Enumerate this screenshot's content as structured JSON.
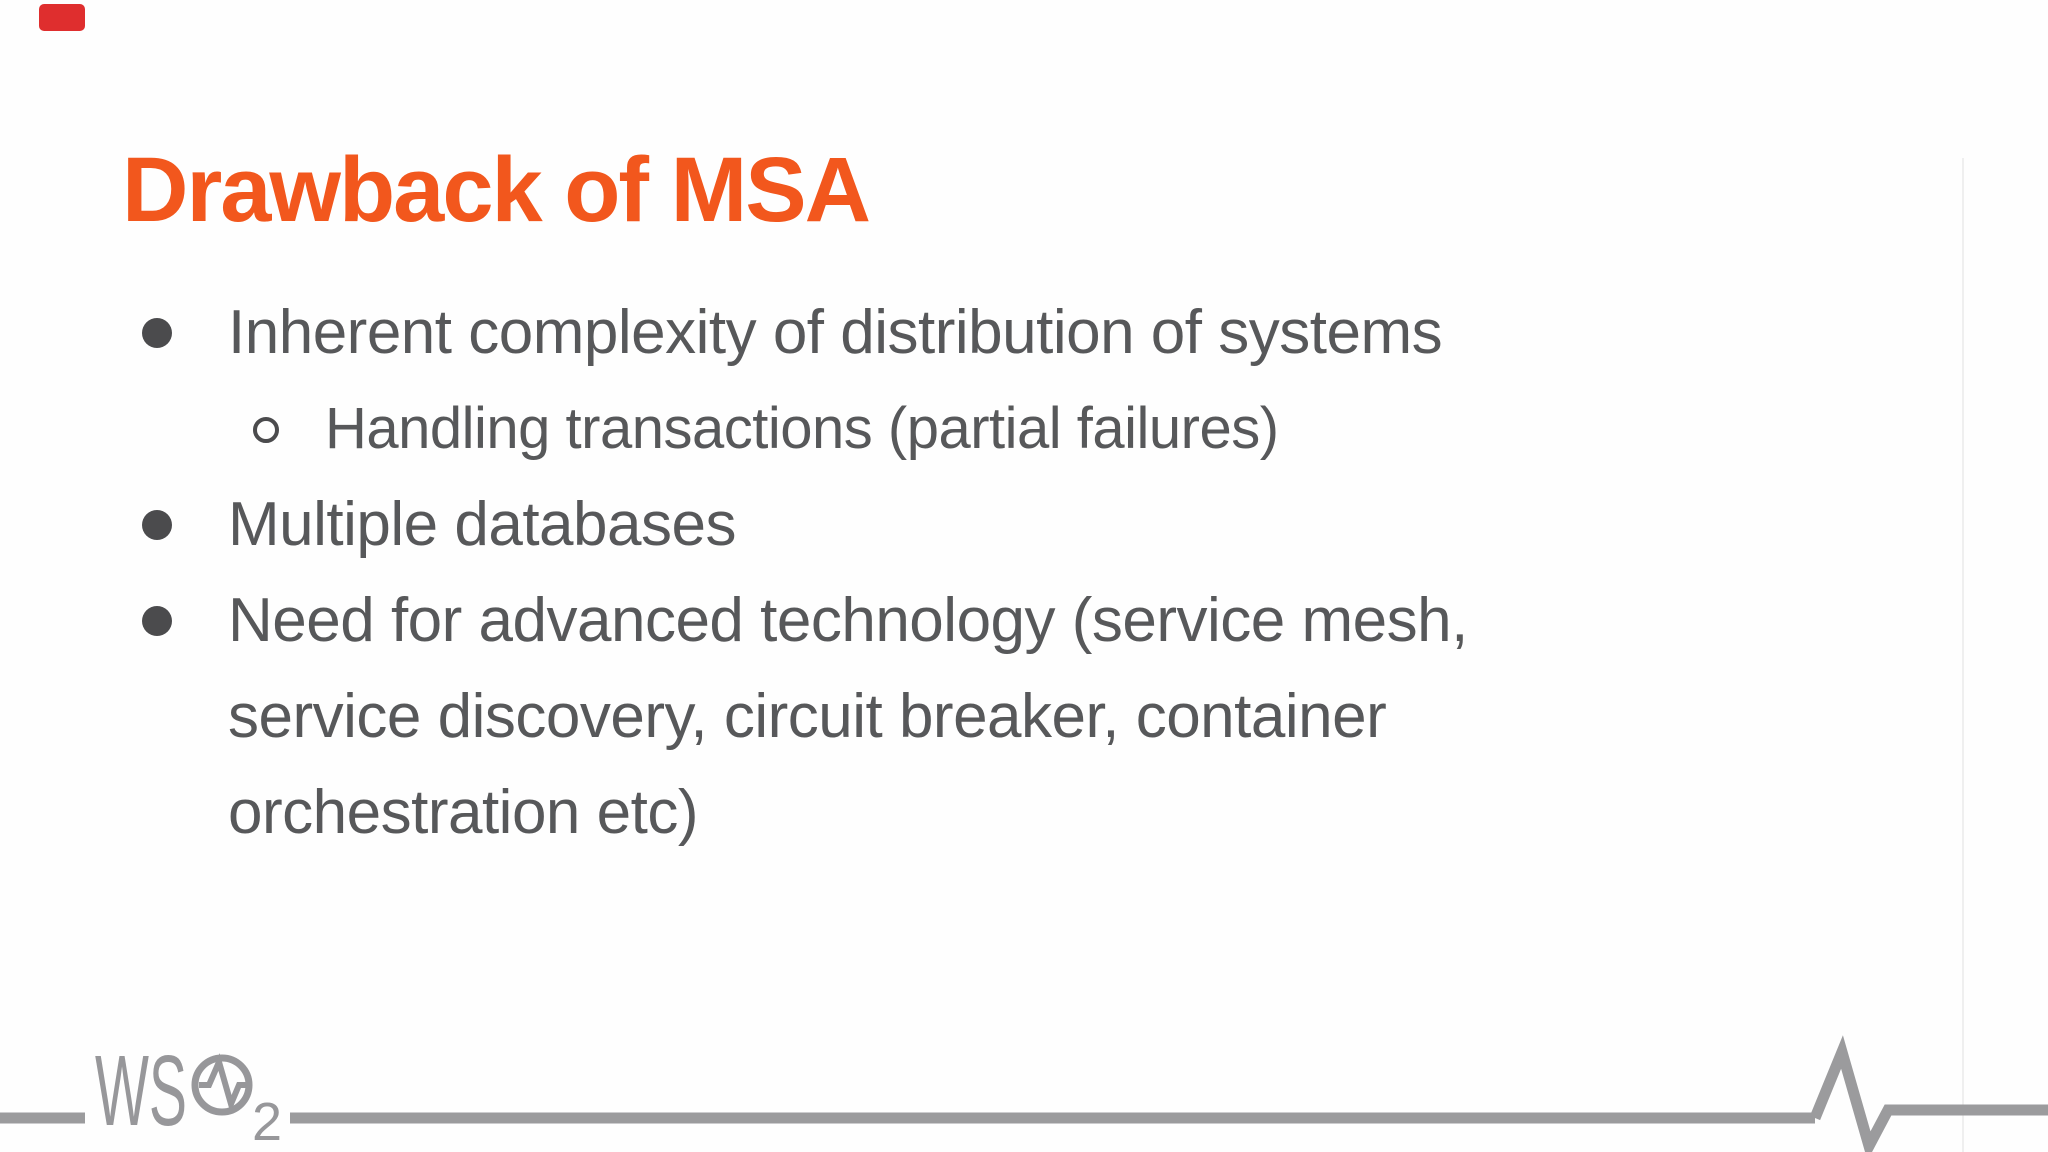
{
  "slide": {
    "title": "Drawback of MSA",
    "title_color": "#f2571d",
    "text_color": "#57585a",
    "bullets": [
      {
        "level": 1,
        "text": "Inherent complexity of distribution of systems"
      },
      {
        "level": 2,
        "text": "Handling transactions (partial failures)"
      },
      {
        "level": 1,
        "text": "Multiple databases"
      },
      {
        "level": 1,
        "text": "Need for advanced technology (service mesh,\nservice discovery, circuit breaker, container\norchestration etc)"
      }
    ]
  },
  "footer": {
    "logo": {
      "name": "WSO2",
      "text_ws": "WS",
      "text_sub": "2",
      "color": "#97979a"
    },
    "rule_color": "#9b9b9d"
  },
  "overlay": {
    "recording_indicator_color": "#df2e2e"
  }
}
